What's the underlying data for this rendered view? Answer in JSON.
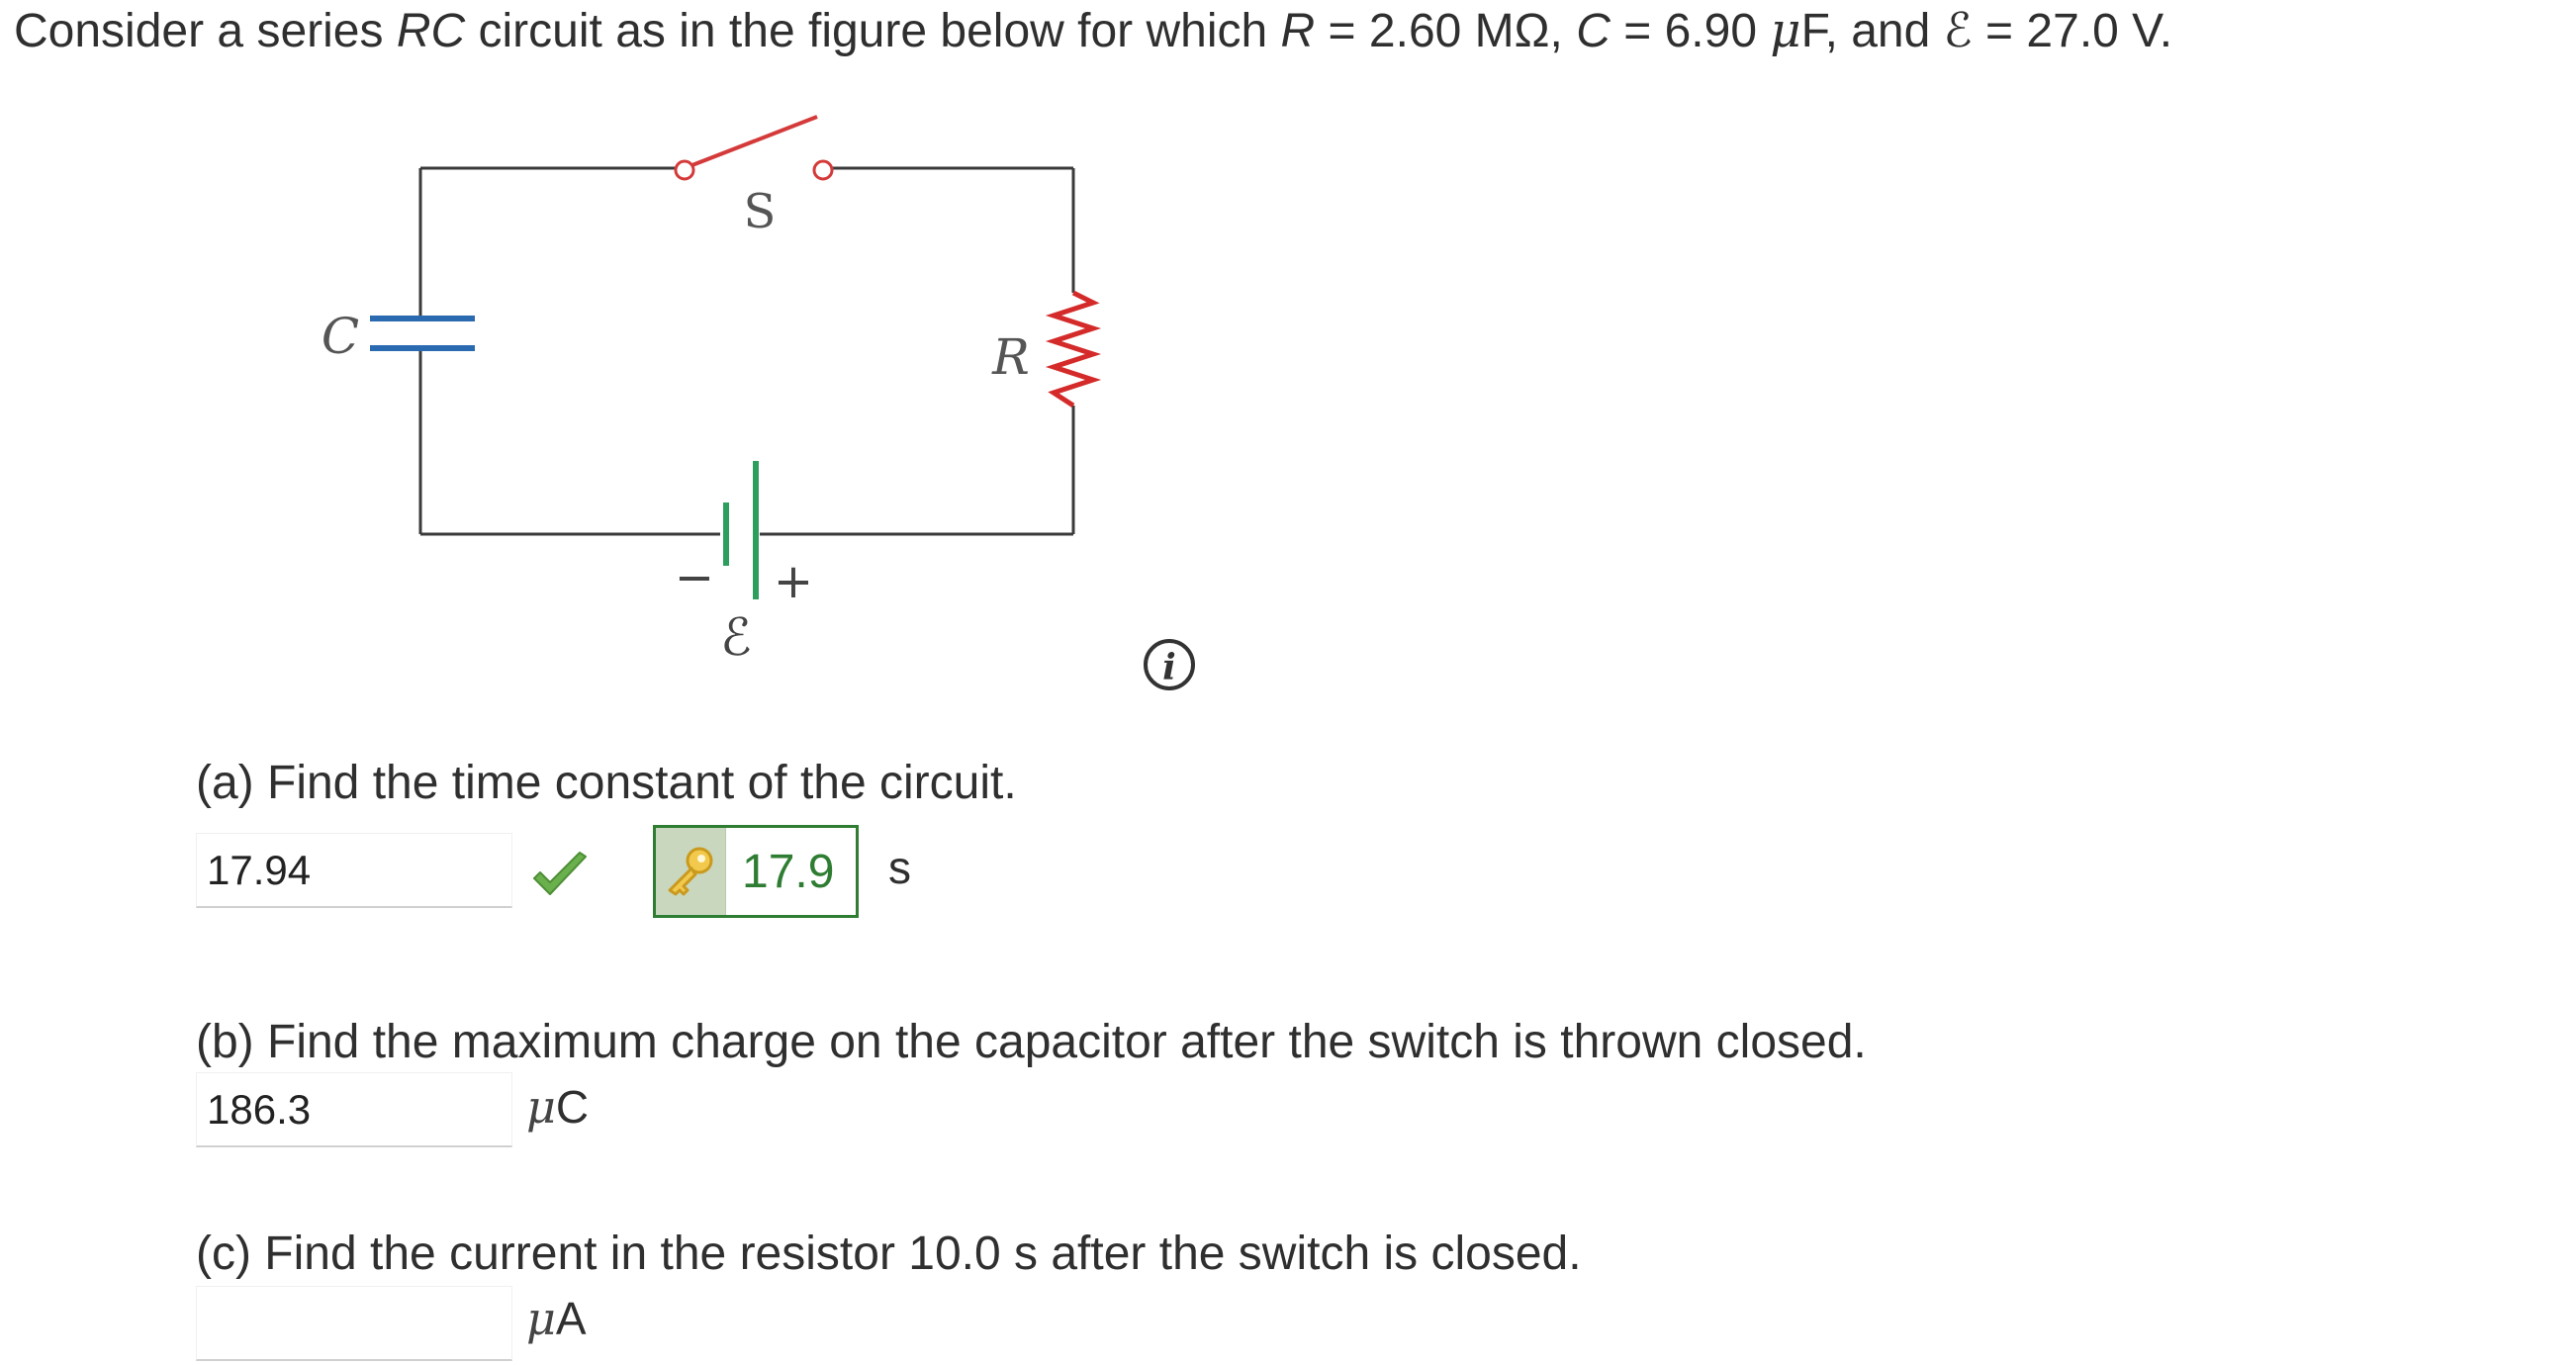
{
  "prompt": {
    "text_a": "Consider a series ",
    "rc": "RC",
    "text_b": " circuit as in the figure below for which ",
    "r_sym": "R",
    "r_val": " = 2.60 MΩ, ",
    "c_sym": "C",
    "c_val": " = 6.90 ",
    "mu": "μ",
    "c_unit": "F, and ",
    "emf_sym": "ℰ",
    "emf_val": " = 27.0 V."
  },
  "figure": {
    "switch_label": "S",
    "capacitor_label": "C",
    "resistor_label": "R",
    "battery_minus": "−",
    "battery_plus": "+",
    "emf_label": "ℰ",
    "info_icon_glyph": "i",
    "colors": {
      "wire": "#3a3a3a",
      "switch": "#d43a3a",
      "resistor": "#d42a2a",
      "capacitor": "#2a6ab0",
      "battery": "#2e9e5e"
    }
  },
  "parts": [
    {
      "question": "(a) Find the time constant of the circuit.",
      "input_value": "17.94",
      "status": "correct",
      "key_answer": "17.9",
      "unit": "s"
    },
    {
      "question": "(b) Find the maximum charge on the capacitor after the switch is thrown closed.",
      "input_value": "186.3",
      "unit_mu": "μ",
      "unit": "C"
    },
    {
      "question": "(c) Find the current in the resistor 10.0 s after the switch is closed.",
      "input_value": "",
      "unit_mu": "μ",
      "unit": "A"
    }
  ],
  "icons": {
    "check": "check-icon",
    "key": "key-icon",
    "info": "info-icon"
  }
}
